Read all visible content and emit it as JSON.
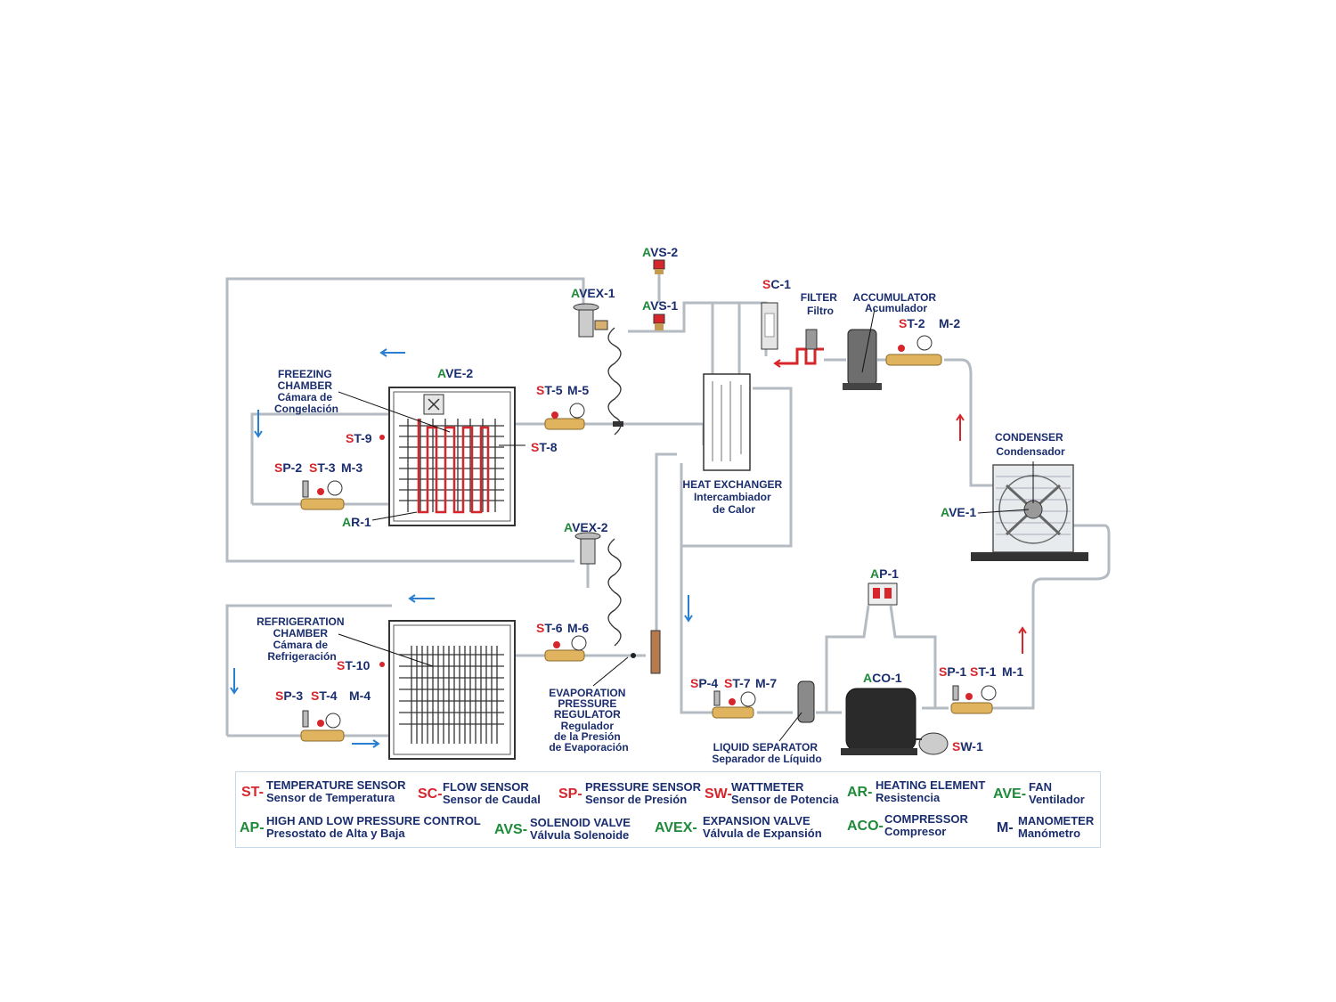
{
  "labels": {
    "avs2": {
      "prefix": "A",
      "rest": "VS-2"
    },
    "avs1": {
      "prefix": "A",
      "rest": "VS-1"
    },
    "avex1": {
      "prefix": "A",
      "rest": "VEX-1"
    },
    "avex2": {
      "prefix": "A",
      "rest": "VEX-2"
    },
    "sc1": {
      "prefix": "S",
      "rest": "C-1"
    },
    "ave2": {
      "prefix": "A",
      "rest": "VE-2"
    },
    "ave1": {
      "prefix": "A",
      "rest": "VE-1"
    },
    "ap1": {
      "prefix": "A",
      "rest": "P-1"
    },
    "aco1": {
      "prefix": "A",
      "rest": "CO-1"
    },
    "st5": {
      "prefix": "S",
      "rest": "T-5"
    },
    "m5": "M-5",
    "st9": {
      "prefix": "S",
      "rest": "T-9"
    },
    "st8": {
      "prefix": "S",
      "rest": "T-8"
    },
    "sp2": {
      "prefix": "S",
      "rest": "P-2"
    },
    "st3": {
      "prefix": "S",
      "rest": "T-3"
    },
    "m3": "M-3",
    "ar1": {
      "prefix": "A",
      "rest": "R-1"
    },
    "st6": {
      "prefix": "S",
      "rest": "T-6"
    },
    "m6": "M-6",
    "st10": {
      "prefix": "S",
      "rest": "T-10"
    },
    "sp3": {
      "prefix": "S",
      "rest": "P-3"
    },
    "st4": {
      "prefix": "S",
      "rest": "T-4"
    },
    "m4": "M-4",
    "sp4": {
      "prefix": "S",
      "rest": "P-4"
    },
    "st7": {
      "prefix": "S",
      "rest": "T-7"
    },
    "m7": "M-7",
    "sp1": {
      "prefix": "S",
      "rest": "P-1"
    },
    "st1": {
      "prefix": "S",
      "rest": "T-1"
    },
    "m1": "M-1",
    "st2": {
      "prefix": "S",
      "rest": "T-2"
    },
    "m2": "M-2",
    "sw1": {
      "prefix": "S",
      "rest": "W-1"
    }
  },
  "components": {
    "freezing_chamber": [
      "FREEZING",
      "CHAMBER",
      "Cámara de",
      "Congelación"
    ],
    "refrigeration_chamber": [
      "REFRIGERATION",
      "CHAMBER",
      "Cámara de",
      "Refrigeración"
    ],
    "heat_exchanger": [
      "HEAT EXCHANGER",
      "Intercambiador",
      "de Calor"
    ],
    "filter": [
      "FILTER",
      "Filtro"
    ],
    "accumulator": [
      "ACCUMULATOR",
      "Acumulador"
    ],
    "condenser": [
      "CONDENSER",
      "Condensador"
    ],
    "evaporation_regulator": [
      "EVAPORATION",
      "PRESSURE",
      "REGULATOR",
      "Regulador",
      "de la Presión",
      "de Evaporación"
    ],
    "liquid_separator": [
      "LIQUID SEPARATOR",
      "Separador de Líquido"
    ]
  },
  "legend": [
    {
      "code": "ST-",
      "color": "red",
      "en": "TEMPERATURE SENSOR",
      "es": "Sensor de Temperatura"
    },
    {
      "code": "SC-",
      "color": "red",
      "en": "FLOW SENSOR",
      "es": "Sensor de Caudal"
    },
    {
      "code": "SP-",
      "color": "red",
      "en": "PRESSURE SENSOR",
      "es": "Sensor de Presión"
    },
    {
      "code": "SW-",
      "color": "red",
      "en": "WATTMETER",
      "es": "Sensor de Potencia"
    },
    {
      "code": "AR-",
      "color": "green",
      "en": "HEATING ELEMENT",
      "es": "Resistencia"
    },
    {
      "code": "AVE-",
      "color": "green",
      "en": "FAN",
      "es": "Ventilador"
    },
    {
      "code": "AP-",
      "color": "green",
      "en": "HIGH AND LOW PRESSURE CONTROL",
      "es": "Presostato de Alta y Baja"
    },
    {
      "code": "AVS-",
      "color": "green",
      "en": "SOLENOID VALVE",
      "es": "Válvula Solenoide"
    },
    {
      "code": "AVEX-",
      "color": "green",
      "en": "EXPANSION VALVE",
      "es": "Válvula de Expansión"
    },
    {
      "code": "ACO-",
      "color": "green",
      "en": "COMPRESSOR",
      "es": "Compresor"
    },
    {
      "code": "M-",
      "color": "blue",
      "en": "MANOMETER",
      "es": "Manómetro"
    }
  ],
  "colors": {
    "sensor_prefix": "#d6262c",
    "actuator_prefix": "#1f8a3a",
    "text": "#1a2d6e",
    "pipe": "#b4bbc2",
    "hot_line": "#d6262c",
    "flow_arrow": "#2a7fd0"
  }
}
